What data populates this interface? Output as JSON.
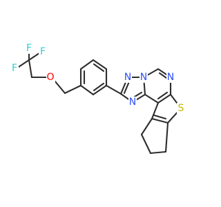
{
  "molecule": {
    "atom_colors": {
      "F": "#33cccc",
      "O": "#ff0000",
      "N": "#3050f8",
      "S": "#c8b400"
    },
    "labels": {
      "f1": "F",
      "f2": "F",
      "f3": "F",
      "o1": "O",
      "n1": "N",
      "n2": "N",
      "n3": "N",
      "n4": "N",
      "s1": "S"
    }
  }
}
